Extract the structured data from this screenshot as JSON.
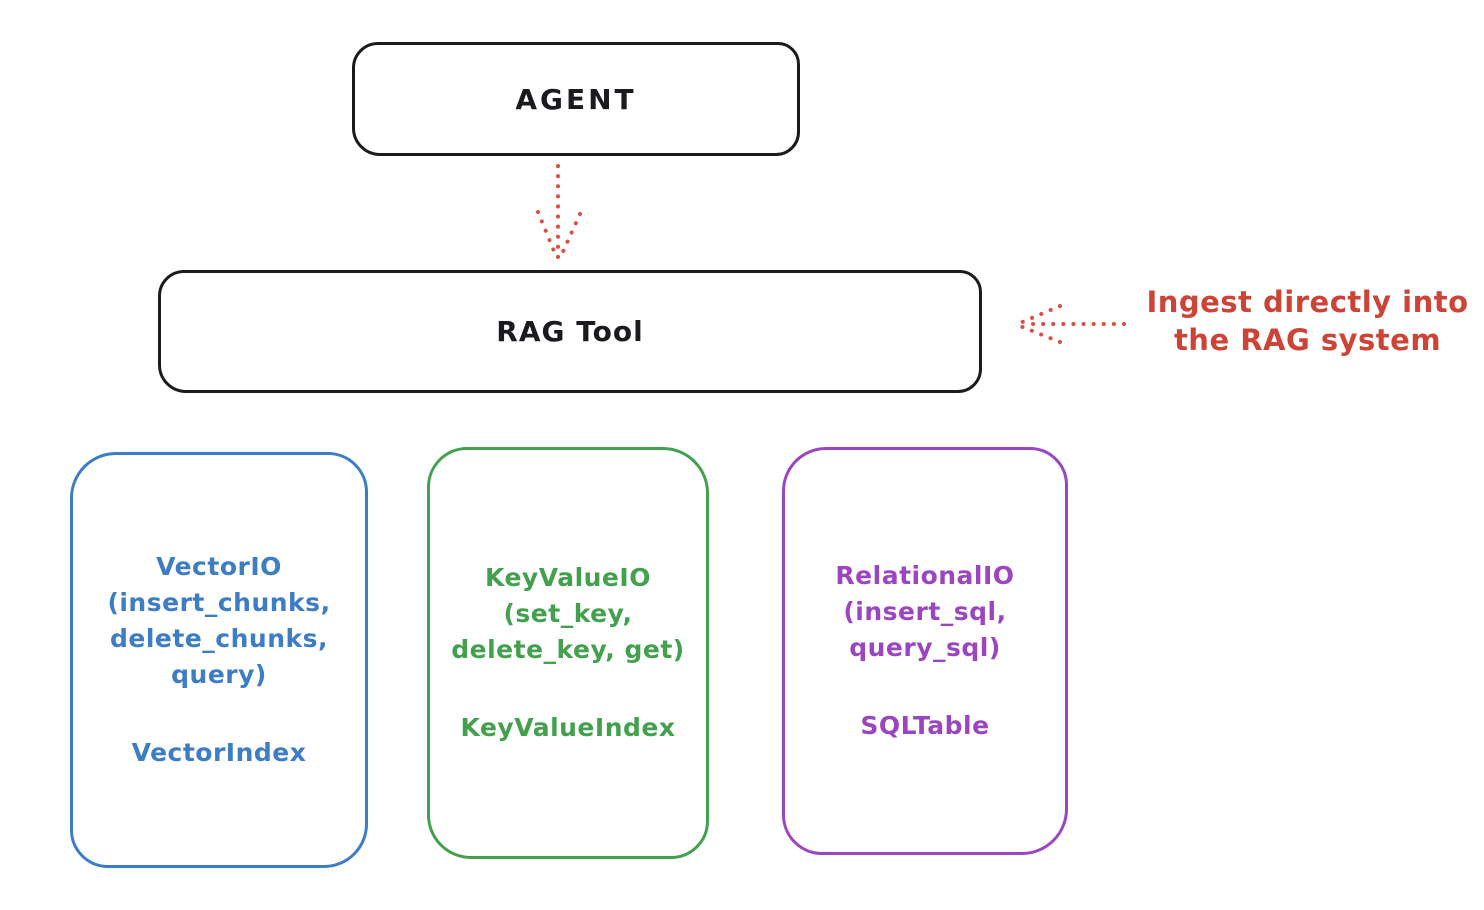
{
  "diagram": {
    "title_hint": "RAG Tool architecture diagram",
    "agent_box": {
      "label": "AGENT"
    },
    "rag_tool_box": {
      "label": "RAG Tool"
    },
    "annotation": {
      "line1": "Ingest directly into",
      "line2": "the RAG system"
    },
    "storage_boxes": [
      {
        "id": "vector-io",
        "lines": [
          "VectorIO",
          "(insert_chunks,",
          "delete_chunks,",
          "query)"
        ],
        "index_label": "VectorIndex",
        "color": "#3c7dc3"
      },
      {
        "id": "keyvalue-io",
        "lines": [
          "KeyValueIO",
          "(set_key,",
          "delete_key, get)"
        ],
        "index_label": "KeyValueIndex",
        "color": "#43a04e"
      },
      {
        "id": "relational-io",
        "lines": [
          "RelationalIO",
          "(insert_sql,",
          "query_sql)"
        ],
        "index_label": "SQLTable",
        "color": "#9b46c0"
      }
    ],
    "arrows": [
      {
        "id": "agent-to-ragtool",
        "style": "dotted",
        "color": "#da4f44",
        "direction": "down"
      },
      {
        "id": "ingest-into-ragtool",
        "style": "dotted",
        "color": "#da4f44",
        "direction": "left"
      }
    ],
    "colors": {
      "stroke_black": "#1b1b1f",
      "accent_red": "#cd4437",
      "blue": "#3c7dc3",
      "green": "#43a04e",
      "purple": "#9b46c0",
      "background": "#ffffff"
    }
  }
}
